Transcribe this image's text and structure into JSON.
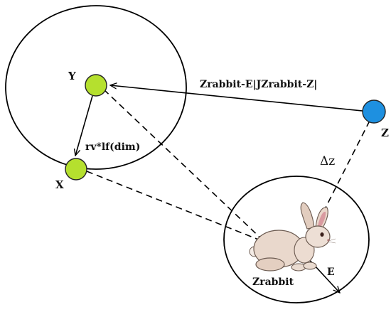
{
  "nodes": {
    "y": {
      "label": "Y",
      "color": "#b5e02e"
    },
    "x": {
      "label": "X",
      "color": "#b5e02e"
    },
    "z": {
      "label": "Z",
      "color": "#1e90e0"
    }
  },
  "edges": {
    "z_to_y": "Zrabbit-E|JZrabbit-Z|",
    "y_to_x": "rv*lf(dim)",
    "delta": "Δz",
    "escape": "E"
  },
  "rabbit": {
    "label": "Zrabbit",
    "icon": "rabbit-icon"
  },
  "colors": {
    "stroke": "#000000",
    "node_outline": "#222222"
  }
}
